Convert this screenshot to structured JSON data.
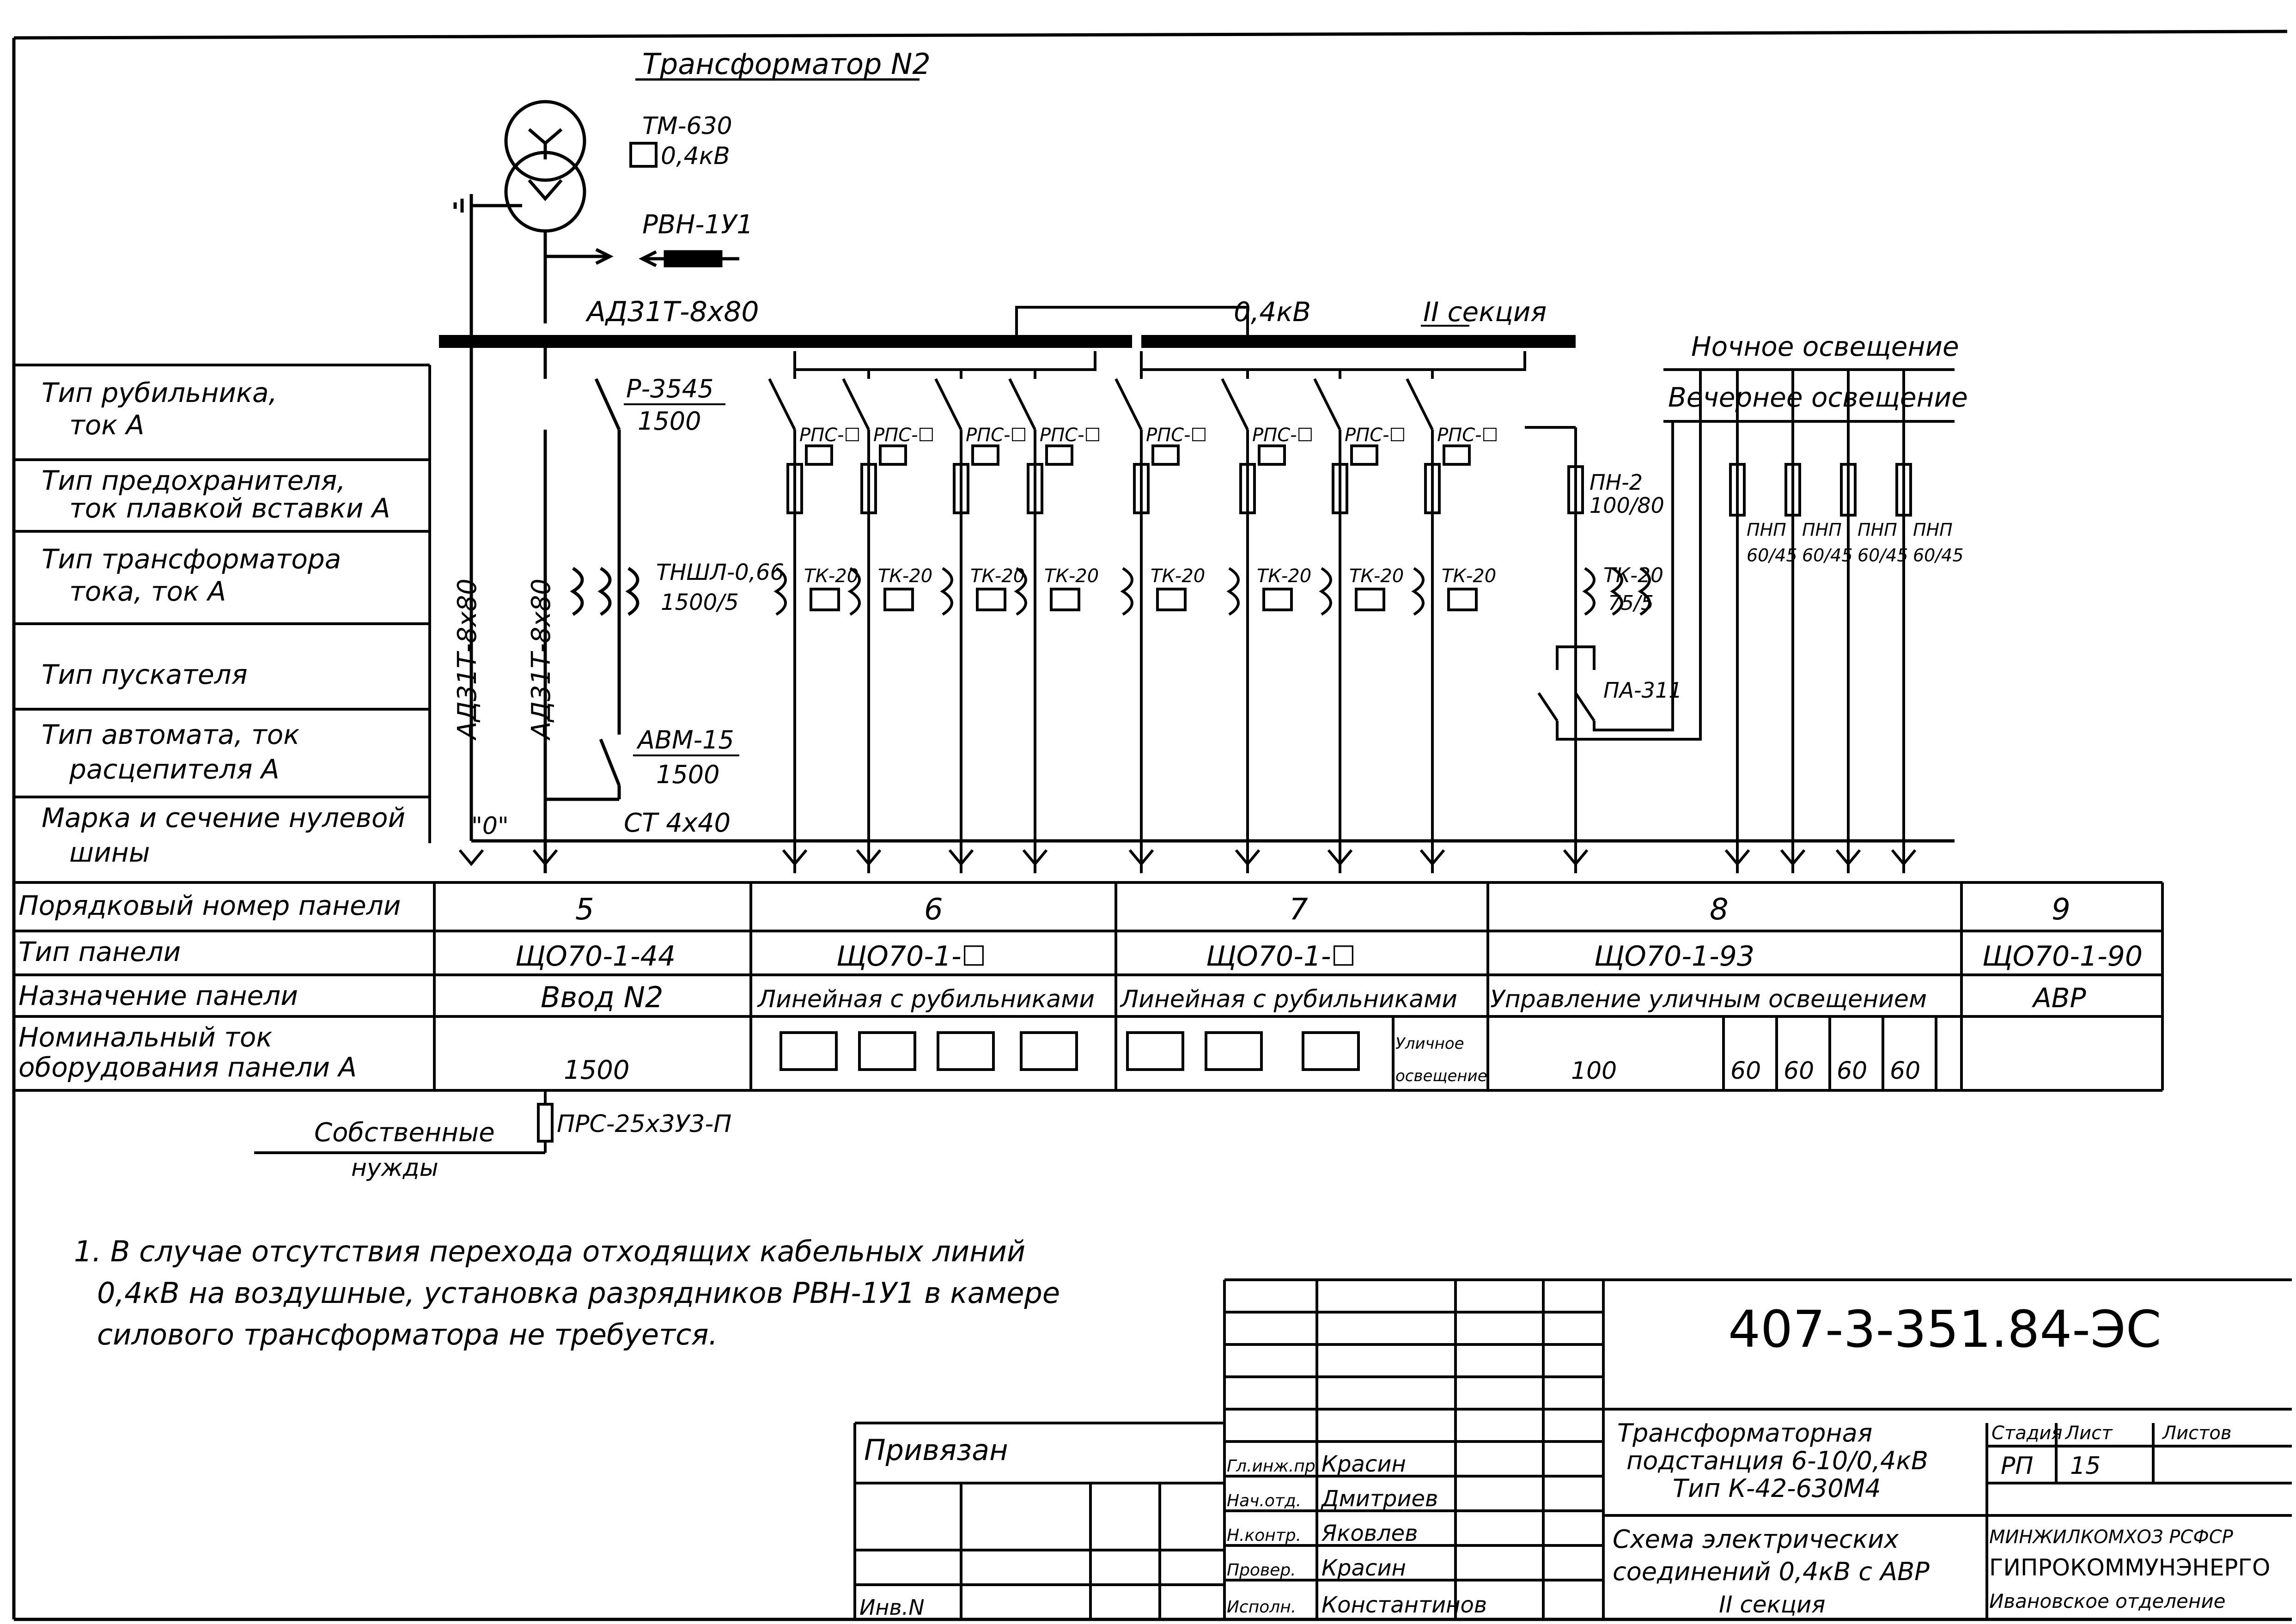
{
  "transformer": {
    "name": "Трансформатор N2",
    "type": "ТМ-630",
    "voltage": "0,4кВ",
    "arrester": "РВН-1У1"
  },
  "busbar": {
    "main_label": "АД31Т-8х80",
    "voltage": "0,4кВ",
    "section": "II секция",
    "vertical_label": "АД31Т-8х80",
    "neutral_label": "\"0\"",
    "neutral_type": "СТ 4х40",
    "night": "Ночное освещение",
    "evening": "Вечернее освещение"
  },
  "equipment": {
    "switch": "Р-3545",
    "switch_current": "1500",
    "ct": "ТНШЛ-0,66",
    "ct_ratio": "1500/5",
    "breaker": "АВМ-15",
    "breaker_current": "1500",
    "rps": "РПС-☐",
    "tk": "ТК-20",
    "pn": "ПН-2",
    "pn_rating": "100/80",
    "tk2_ratio": "75/5",
    "pa": "ПА-311",
    "pnp": "ПНП",
    "pnp_rating": "60/45",
    "aux": "ПРС-25х3У3-П",
    "aux_label_1": "Собственные",
    "aux_label_2": "нужды"
  },
  "rows": [
    {
      "l1": "Тип рубильника,",
      "l2": "ток А"
    },
    {
      "l1": "Тип предохранителя,",
      "l2": "ток плавкой вставки А"
    },
    {
      "l1": "Тип трансформатора",
      "l2": "тока, ток А"
    },
    {
      "l1": "Тип пускателя",
      "l2": ""
    },
    {
      "l1": "Тип автомата, ток",
      "l2": "расцепителя А"
    },
    {
      "l1": "Марка и сечение нулевой",
      "l2": "шины"
    },
    {
      "l1": "Порядковый номер панели",
      "l2": ""
    },
    {
      "l1": "Тип панели",
      "l2": ""
    },
    {
      "l1": "Назначение панели",
      "l2": ""
    },
    {
      "l1": "Номинальный ток",
      "l2": "оборудования панели А"
    }
  ],
  "panels": {
    "p5": {
      "num": "5",
      "type": "ЩО70-1-44",
      "purpose": "Ввод N2",
      "current": "1500"
    },
    "p6": {
      "num": "6",
      "type": "ЩО70-1-☐",
      "purpose": "Линейная с рубильниками"
    },
    "p7": {
      "num": "7",
      "type": "ЩО70-1-☐",
      "purpose": "Линейная с рубильниками",
      "street_1": "Уличное",
      "street_2": "освещение"
    },
    "p8": {
      "num": "8",
      "type": "ЩО70-1-93",
      "purpose": "Управление уличным освещением",
      "current": "100",
      "c1": "60",
      "c2": "60",
      "c3": "60",
      "c4": "60"
    },
    "p9": {
      "num": "9",
      "type": "ЩО70-1-90",
      "purpose": "АВР"
    }
  },
  "note": {
    "line1": "1. В случае отсутствия перехода отходящих кабельных линий",
    "line2": "0,4кВ на воздушные, установка разрядников РВН-1У1 в камере",
    "line3": "силового трансформатора не требуется."
  },
  "title_block": {
    "code": "407-3-351.84-ЭС",
    "privyazan": "Привязан",
    "inv": "Инв.N",
    "roles": [
      "Гл.инж.пр.",
      "Нач.отд.",
      "Н.контр.",
      "Провер.",
      "Исполн."
    ],
    "names": [
      "Красин",
      "Дмитриев",
      "Яковлев",
      "Красин",
      "Константинов"
    ],
    "project_1": "Трансформаторная",
    "project_2": "подстанция 6-10/0,4кВ",
    "project_3": "Тип К-42-630М4",
    "sheet_1": "Схема электрических",
    "sheet_2": "соединений 0,4кВ с АВР",
    "sheet_3": "II секция",
    "h_stage": "Стадия",
    "h_sheet": "Лист",
    "h_sheets": "Листов",
    "stage": "РП",
    "sheet_no": "15",
    "org_1": "МИНЖИЛКОМХОЗ РСФСР",
    "org_2": "ГИПРОКОММУНЭНЕРГО",
    "org_3": "Ивановское отделение"
  }
}
